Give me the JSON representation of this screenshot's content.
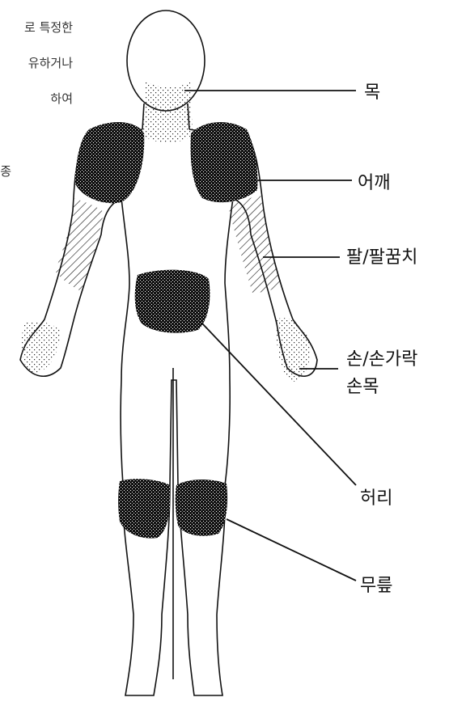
{
  "side_text": [
    "로 특정한",
    "유하거나",
    "하여",
    "종"
  ],
  "labels": {
    "neck": "목",
    "shoulder": "어깨",
    "arm": "팔/팔꿈치",
    "hand": "손/손가락",
    "wrist": "손목",
    "waist": "허리",
    "knee": "무릎"
  }
}
